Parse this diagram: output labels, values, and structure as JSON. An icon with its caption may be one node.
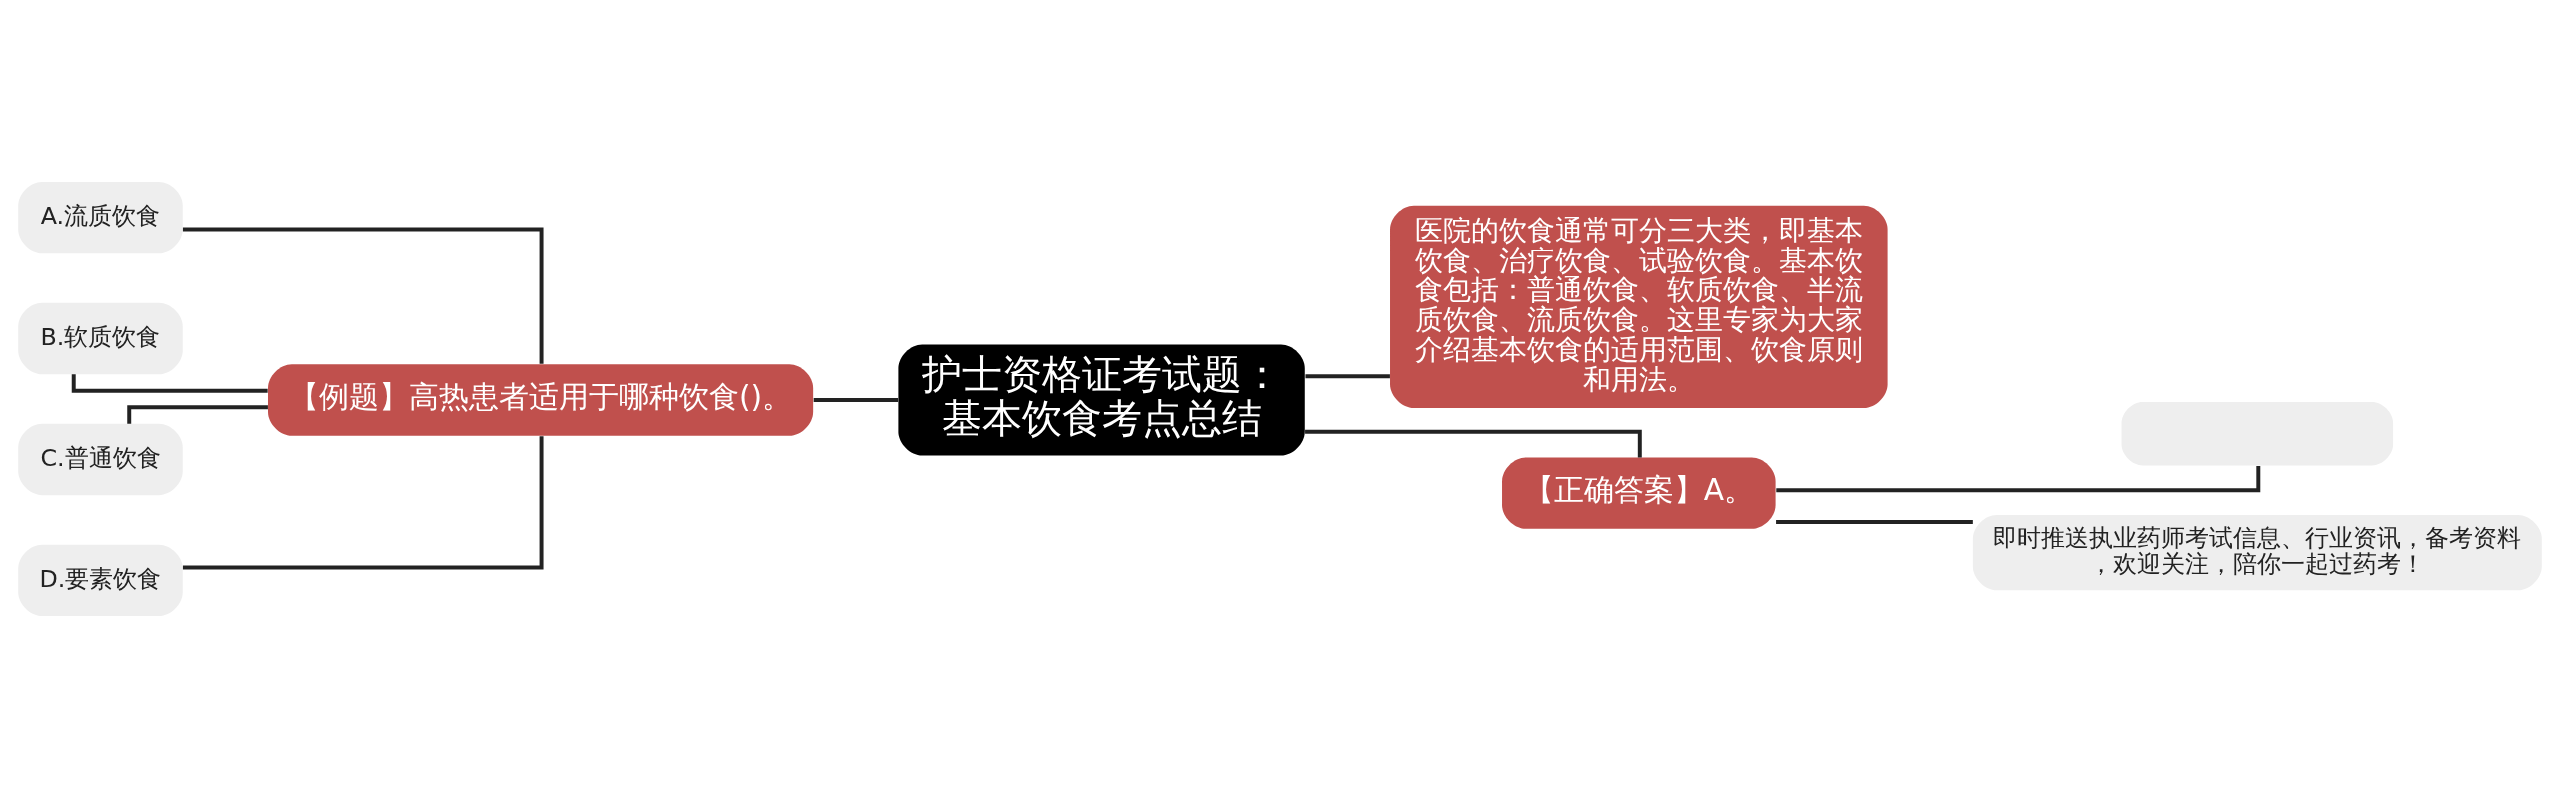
{
  "diagram": {
    "nodes": [
      {
        "text": [
          "护士资格证考试题：基本饮食考点总结"
        ]
      },
      {
        "text": [
          "【例题】高热患者适用于哪种饮食()。"
        ]
      },
      {
        "text": [
          "A.流质饮食"
        ]
      },
      {
        "text": [
          "B.软质饮食"
        ]
      },
      {
        "text": [
          "C.普通饮食"
        ]
      },
      {
        "text": [
          "D.要素饮食"
        ]
      },
      {
        "text": [
          "医院的饮食通常可分三大类，即基本饮食、治疗饮食、试验饮食。基本饮食包括：普通饮食、软质饮食、半流质饮食、流质饮食。这里专家为大家介绍基本饮食的适用范围、饮食原则和用法。"
        ]
      },
      {
        "text": [
          "【正确答案】A。"
        ]
      },
      {
        "text": [],
        "shape": "box"
      },
      {
        "text": [
          "即时推送执业药师考试信息、行业资讯，备考资料，欢迎关注，陪你一起过药考！"
        ]
      }
    ],
    "edges": [
      {
        "from": 0,
        "to": 1,
        "arrow": "none"
      },
      {
        "from": 1,
        "to": 2,
        "arrow": "none"
      },
      {
        "from": 1,
        "to": 3,
        "arrow": "none"
      },
      {
        "from": 1,
        "to": 4,
        "arrow": "none"
      },
      {
        "from": 1,
        "to": 5,
        "arrow": "none"
      },
      {
        "from": 0,
        "to": 6,
        "arrow": "none"
      },
      {
        "from": 0,
        "to": 7,
        "arrow": "none"
      },
      {
        "from": 7,
        "to": 8,
        "arrow": "none"
      },
      {
        "from": 7,
        "to": 9,
        "arrow": "none"
      }
    ]
  }
}
